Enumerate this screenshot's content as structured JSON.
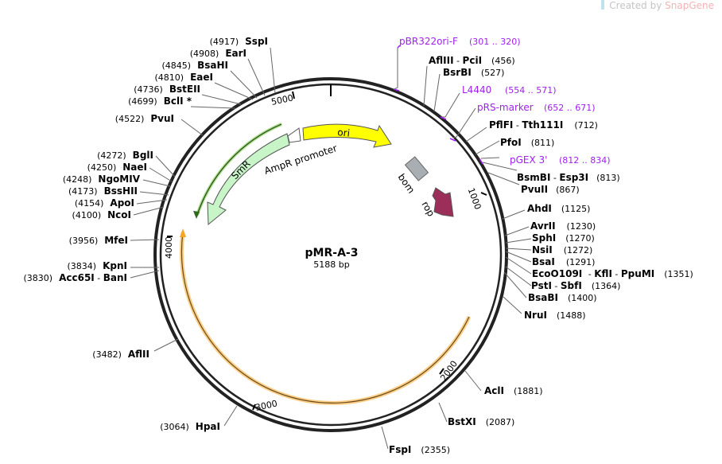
{
  "watermark": {
    "created_by": "Created by",
    "brand_a": "Snap",
    "brand_b": "Gene"
  },
  "plasmid": {
    "name": "pMR-A-3",
    "length_label": "5188 bp"
  },
  "ticks": [
    "1000",
    "2000",
    "3000",
    "4000",
    "5000"
  ],
  "features": {
    "ori": "ori",
    "smr": "SmR",
    "ampr_promoter": "AmpR promoter",
    "bom": "bom",
    "rop": "rop"
  },
  "primers": [
    {
      "name": "pBR322ori-F",
      "pos": "(301 .. 320)"
    },
    {
      "name": "L4440",
      "pos": "(554 .. 571)"
    },
    {
      "name": "pRS-marker",
      "pos": "(652 .. 671)"
    },
    {
      "name": "pGEX 3'",
      "pos": "(812 .. 834)"
    }
  ],
  "sites_right": [
    {
      "name": "AflIII",
      "sep": " - ",
      "name2": "PciI",
      "pos": "(456)"
    },
    {
      "name": "BsrBI",
      "pos": "(527)"
    },
    {
      "name": "PflFI",
      "sep": " - ",
      "name2": "Tth111I",
      "pos": "(712)"
    },
    {
      "name": "PfoI",
      "pos": "(811)"
    },
    {
      "name": "BsmBI",
      "sep": " - ",
      "name2": "Esp3I",
      "pos": "(813)"
    },
    {
      "name": "PvuII",
      "pos": "(867)"
    },
    {
      "name": "AhdI",
      "pos": "(1125)"
    },
    {
      "name": "AvrII",
      "pos": "(1230)"
    },
    {
      "name": "SphI",
      "pos": "(1270)"
    },
    {
      "name": "NsiI",
      "pos": "(1272)"
    },
    {
      "name": "BsaI",
      "pos": "(1291)"
    },
    {
      "name": "EcoO109I",
      "sep": " - ",
      "name2": "KflI",
      "sep2": " - ",
      "name3": "PpuMI",
      "pos": "(1351)"
    },
    {
      "name": "PstI",
      "sep": " - ",
      "name2": "SbfI",
      "pos": "(1364)"
    },
    {
      "name": "BsaBI",
      "pos": "(1400)"
    },
    {
      "name": "NruI",
      "pos": "(1488)"
    },
    {
      "name": "AclI",
      "pos": "(1881)"
    },
    {
      "name": "BstXI",
      "pos": "(2087)"
    },
    {
      "name": "FspI",
      "pos": "(2355)"
    }
  ],
  "sites_left": [
    {
      "name": "SspI",
      "pos": "(4917)"
    },
    {
      "name": "EarI",
      "pos": "(4908)"
    },
    {
      "name": "BsaHI",
      "pos": "(4845)"
    },
    {
      "name": "EaeI",
      "pos": "(4810)"
    },
    {
      "name": "BstEII",
      "pos": "(4736)"
    },
    {
      "name": "BclI",
      "mark": " *",
      "pos": "(4699)"
    },
    {
      "name": "PvuI",
      "pos": "(4522)"
    },
    {
      "name": "BglI",
      "pos": "(4272)"
    },
    {
      "name": "NaeI",
      "pos": "(4250)"
    },
    {
      "name": "NgoMIV",
      "pos": "(4248)"
    },
    {
      "name": "BssHII",
      "pos": "(4173)"
    },
    {
      "name": "ApoI",
      "pos": "(4154)"
    },
    {
      "name": "NcoI",
      "pos": "(4100)"
    },
    {
      "name": "MfeI",
      "pos": "(3956)"
    },
    {
      "name": "KpnI",
      "pos": "(3834)"
    },
    {
      "name": "Acc65I",
      "sep": " - ",
      "name2": "BanI",
      "pos": "(3830)"
    },
    {
      "name": "AflII",
      "pos": "(3482)"
    },
    {
      "name": "HpaI",
      "pos": "(3064)"
    }
  ],
  "colors": {
    "ori": "#ffff00",
    "smr": "#c8f5c8",
    "promoter": "#ffffff",
    "bom": "#a8aeb2",
    "rop": "#9c2e5a",
    "orange_arc": "#f5a623",
    "primer": "#a020f0"
  }
}
